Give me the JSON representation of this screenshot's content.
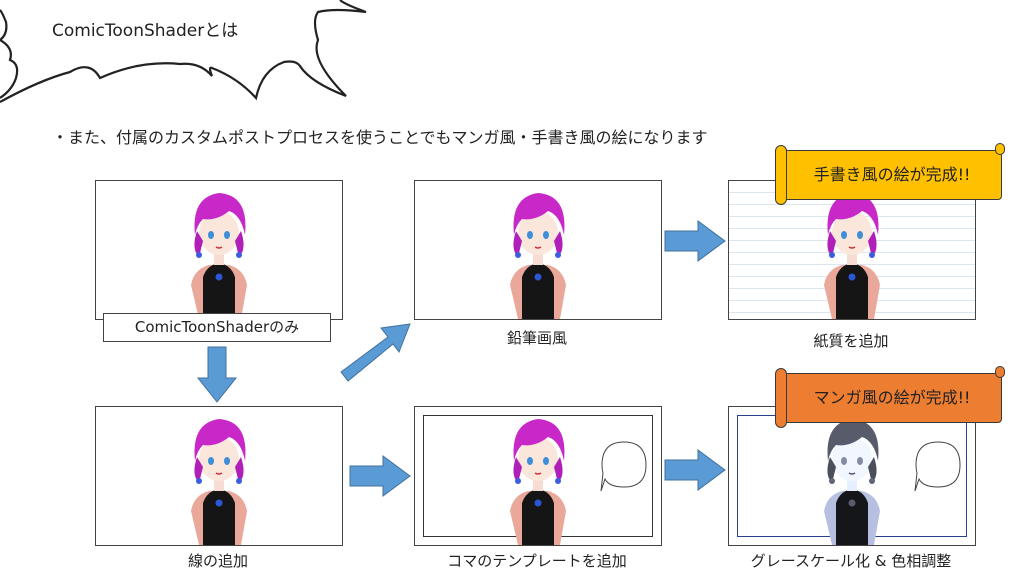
{
  "header": {
    "title": "ComicToonShaderとは"
  },
  "bullet": "・また、付属のカスタムポストプロセスを使うことでもマンガ風・手書き風の絵になります",
  "steps": {
    "base": "ComicToonShaderのみ",
    "pencil": "鉛筆画風",
    "paper": "紙質を追加",
    "lines": "線の追加",
    "template": "コマのテンプレートを追加",
    "grayscale": "グレースケール化 & 色相調整"
  },
  "banners": {
    "handdrawn": "手書き風の絵が完成!!",
    "manga": "マンガ風の絵が完成!!"
  },
  "colors": {
    "arrow": "#5b9bd5",
    "banner_handdrawn": "#ffc000",
    "banner_manga": "#ed7d31",
    "hair": "#c828c8"
  }
}
